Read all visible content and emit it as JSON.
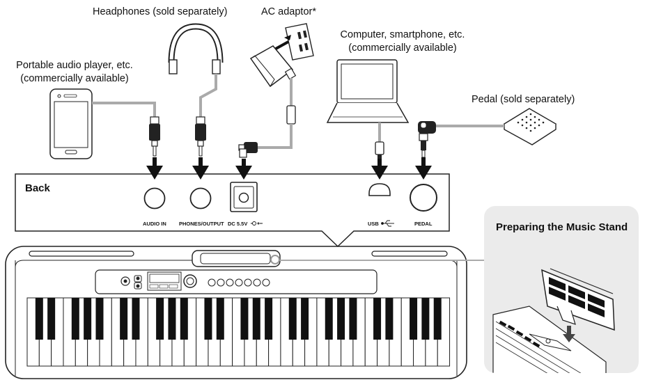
{
  "labels": {
    "headphones": "Headphones (sold separately)",
    "ac_adaptor": "AC adaptor*",
    "computer_line1": "Computer, smartphone, etc.",
    "computer_line2": "(commercially available)",
    "audio_player_line1": "Portable audio player, etc.",
    "audio_player_line2": "(commercially available)",
    "pedal": "Pedal (sold separately)"
  },
  "back_panel": {
    "title": "Back",
    "jacks": [
      {
        "label": "AUDIO IN"
      },
      {
        "label": "PHONES/OUTPUT"
      },
      {
        "label": "DC 5.5V"
      },
      {
        "label": "USB"
      },
      {
        "label": "PEDAL"
      }
    ]
  },
  "inset": {
    "title": "Preparing the Music Stand"
  },
  "icons": [
    "smartphone-icon",
    "headphones-icon",
    "ac-adaptor-icon",
    "wall-outlet-icon",
    "laptop-icon",
    "pedal-icon",
    "keyboard-icon",
    "music-stand-icon",
    "plug-icon",
    "arrow-down-icon",
    "usb-symbol-icon",
    "polarity-symbol-icon"
  ]
}
